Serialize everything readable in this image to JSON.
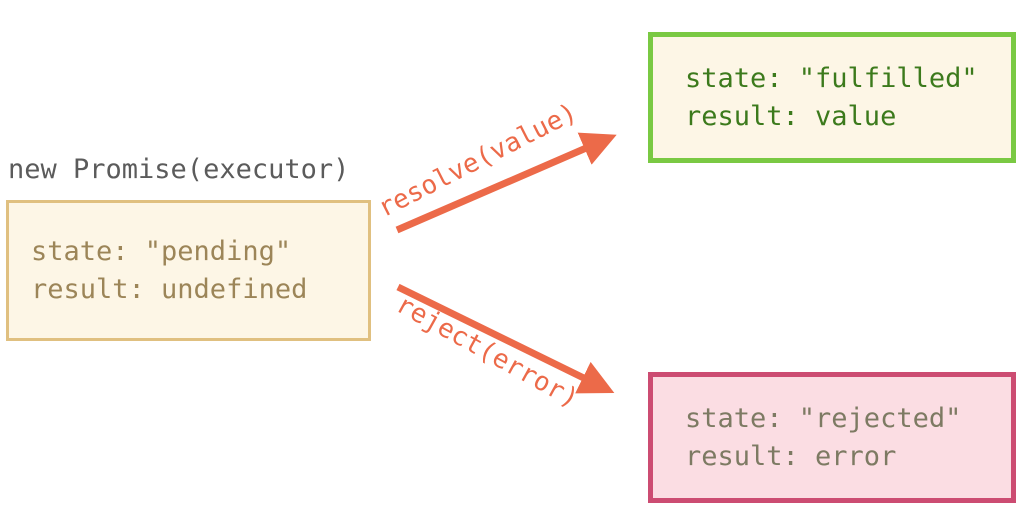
{
  "diagram": {
    "title_label": "new Promise(executor)",
    "colors": {
      "arrow": "#ec6a49",
      "pending_border": "#e0c080",
      "pending_fill": "#fdf6e6",
      "pending_text": "#9c8558",
      "fulfilled_border": "#7ac943",
      "fulfilled_fill": "#fdf6e6",
      "fulfilled_text": "#3c7a1c",
      "rejected_border": "#cc4c72",
      "rejected_fill": "#fbdde3",
      "rejected_text": "#7d7a63",
      "title_text": "#5b5b5b",
      "background": "#ffffff"
    },
    "nodes": {
      "pending": {
        "name": "pending",
        "state_line": "state: \"pending\"",
        "result_line": "result: undefined"
      },
      "fulfilled": {
        "name": "fulfilled",
        "state_line": "state: \"fulfilled\"",
        "result_line": "result: value"
      },
      "rejected": {
        "name": "rejected",
        "state_line": "state: \"rejected\"",
        "result_line": "result: error"
      }
    },
    "edges": [
      {
        "id": "resolve",
        "label": "resolve(value)",
        "from": "pending",
        "to": "fulfilled"
      },
      {
        "id": "reject",
        "label": "reject(error)",
        "from": "pending",
        "to": "rejected"
      }
    ]
  }
}
